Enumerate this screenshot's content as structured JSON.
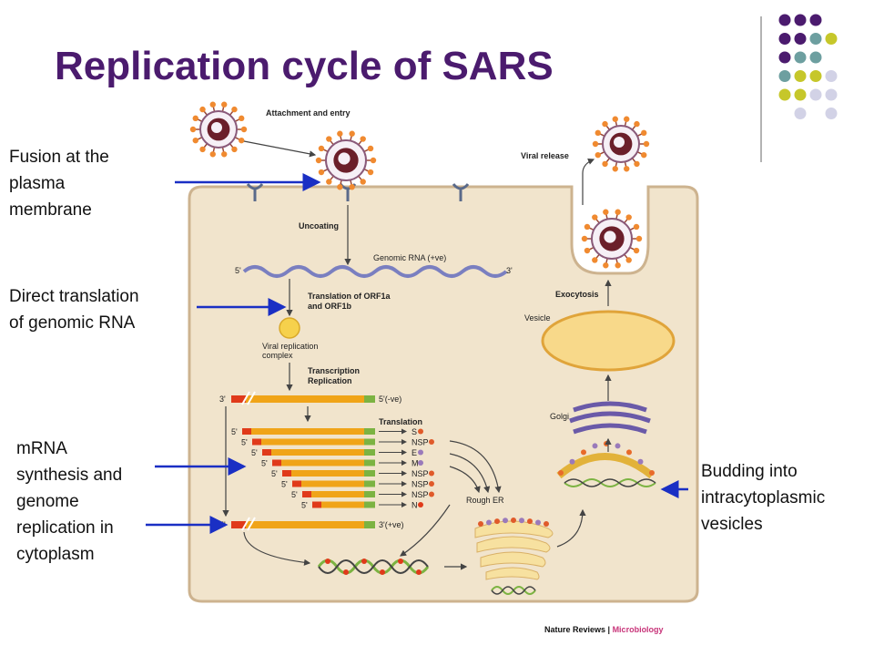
{
  "slide": {
    "title": "Replication cycle of SARS",
    "callouts": {
      "fusion": [
        "Fusion at the",
        "plasma",
        "membrane"
      ],
      "translation": [
        "Direct translation",
        "of genomic RNA"
      ],
      "mrna": [
        "mRNA",
        "synthesis and",
        "genome",
        "replication in",
        "cytoplasm"
      ],
      "budding": [
        "Budding into",
        "intracytoplasmic",
        "vesicles"
      ]
    }
  },
  "figure": {
    "labels": {
      "attachment": "Attachment and entry",
      "viral_release": "Viral release",
      "uncoating": "Uncoating",
      "genomic_rna": "Genomic RNA (+ve)",
      "five_prime": "5'",
      "three_prime": "3'",
      "translation_orf_1": "Translation of ORF1a",
      "translation_orf_2": "and ORF1b",
      "vrc_1": "Viral replication",
      "vrc_2": "complex",
      "transcription_1": "Transcription",
      "transcription_2": "Replication",
      "neg_strand_end": "5'(-ve)",
      "pos_strand_end": "3'(+ve)",
      "translation": "Translation",
      "rough_er": "Rough ER",
      "golgi": "Golgi",
      "vesicle": "Vesicle",
      "exocytosis": "Exocytosis",
      "credit_left": "Nature Reviews | ",
      "credit_right": "Microbiology"
    },
    "proteins": [
      "S",
      "NSP",
      "E",
      "M",
      "NSP",
      "NSP",
      "NSP",
      "N"
    ],
    "colors": {
      "title": "#4b1b6e",
      "cell": "#f1e4cc",
      "cell_border": "#cdb38f",
      "rna_orange": "#f0a418",
      "rna_red": "#e03a1a",
      "rna_green": "#7cb342",
      "arrow_blue": "#1a2fc4",
      "dot_purple": "#4b1b6e",
      "dot_teal": "#6d9fa0",
      "dot_yellow": "#c6c72a",
      "dot_lavender": "#d2d2e6"
    },
    "decor": {
      "dot_grid": [
        [
          "purple",
          "purple",
          "purple",
          "none"
        ],
        [
          "purple",
          "purple",
          "teal",
          "yellow"
        ],
        [
          "purple",
          "teal",
          "teal",
          "none"
        ],
        [
          "teal",
          "yellow",
          "yellow",
          "lavender"
        ],
        [
          "yellow",
          "yellow",
          "lavender",
          "lavender"
        ],
        [
          "none",
          "lavender",
          "none",
          "lavender"
        ]
      ]
    }
  }
}
